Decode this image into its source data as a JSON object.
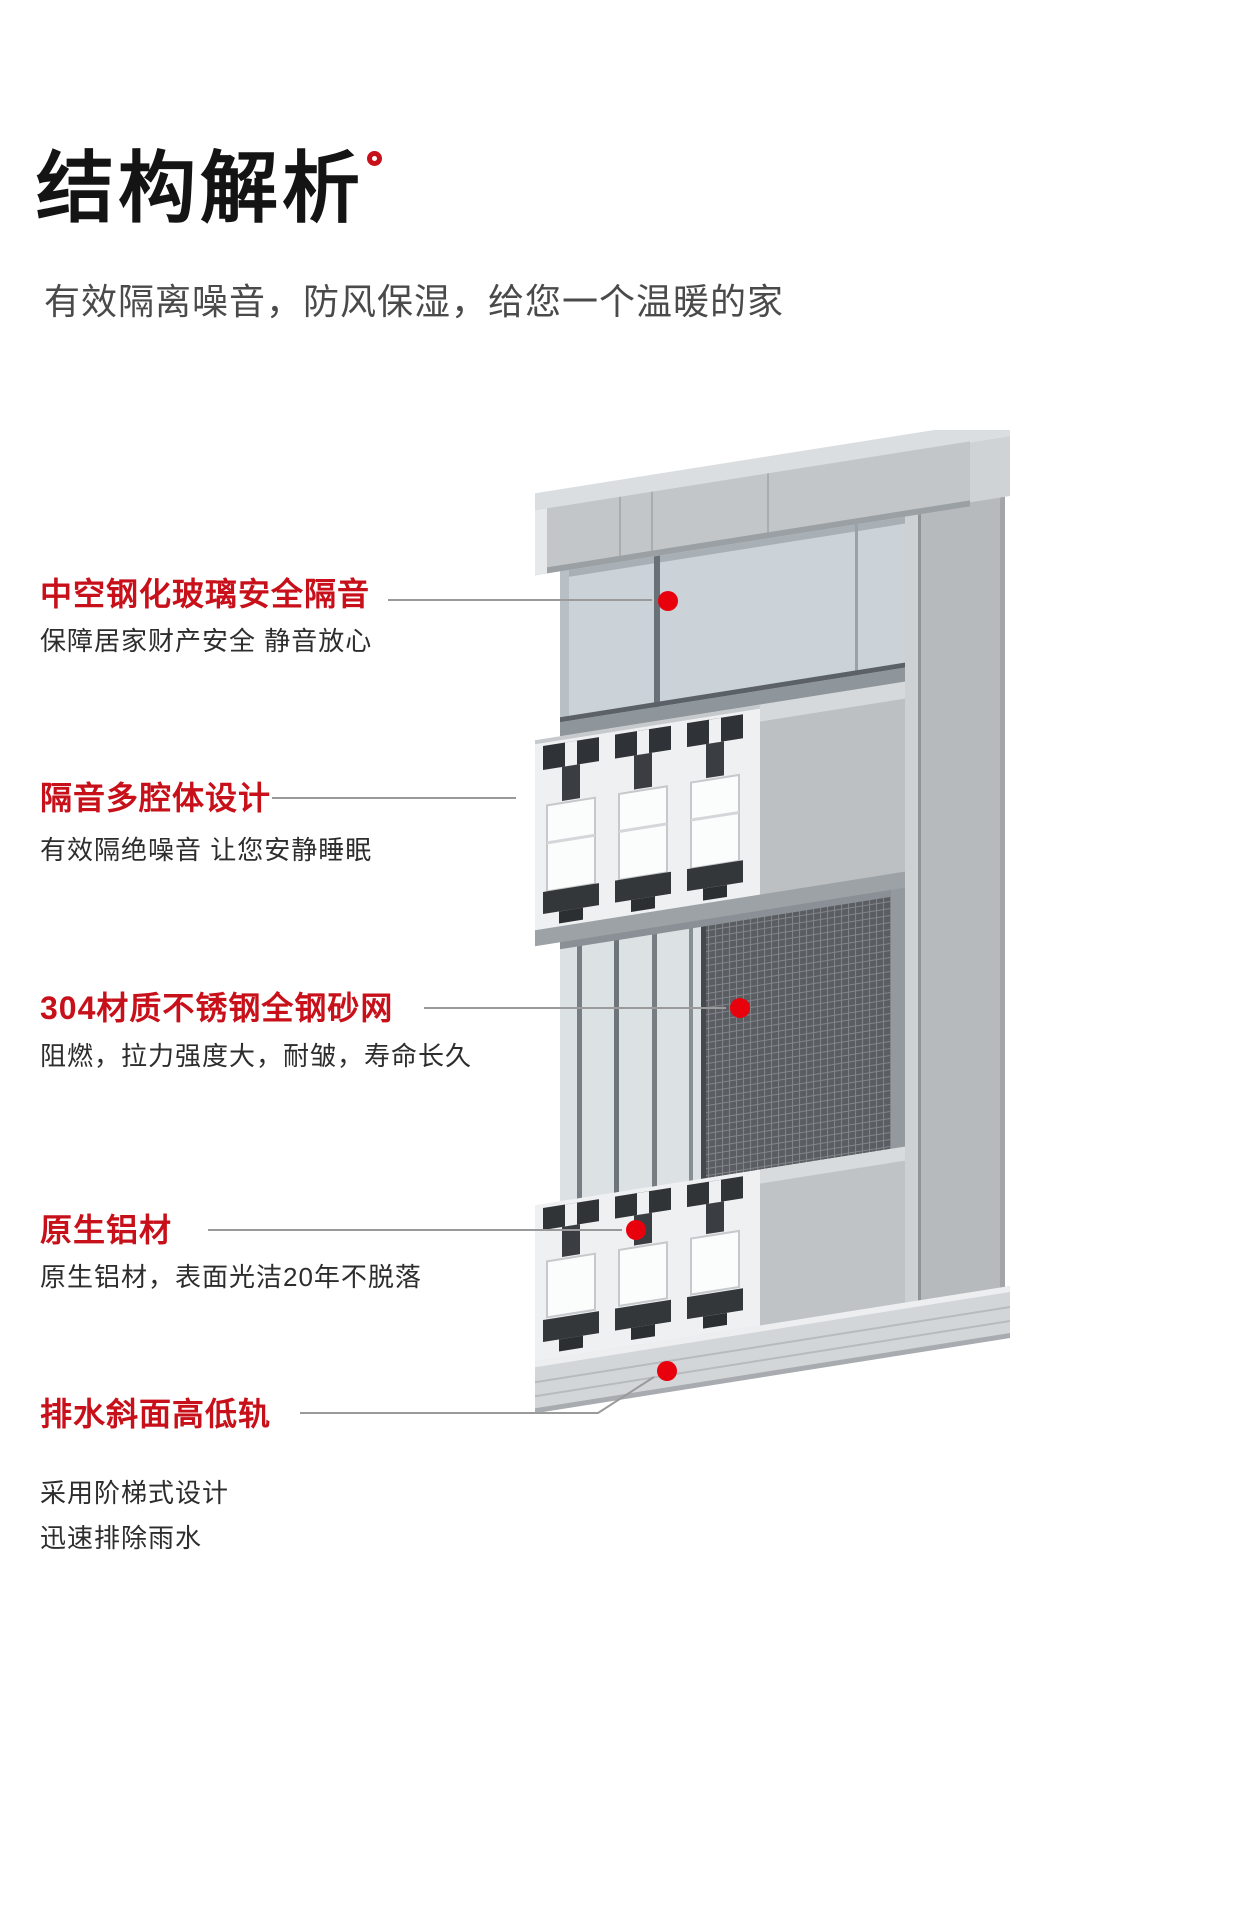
{
  "page": {
    "title": "结构解析",
    "subtitle": "有效隔离噪音，防风保湿，给您一个温暖的家"
  },
  "colors": {
    "accent_red": "#c8101a",
    "dot_red": "#e8000d",
    "title_black": "#141414",
    "subtitle_gray": "#4a4a4a",
    "desc_gray": "#2d2d2d",
    "connector_gray": "#9a9a9a"
  },
  "callouts": [
    {
      "title": "中空钢化玻璃安全隔音",
      "desc": "保障居家财产安全 静音放心"
    },
    {
      "title": "隔音多腔体设计",
      "desc": "有效隔绝噪音 让您安静睡眠"
    },
    {
      "title": "304材质不锈钢全钢砂网",
      "desc": "阻燃，拉力强度大，耐皱，寿命长久"
    },
    {
      "title": "原生铝材",
      "desc": "原生铝材，表面光洁20年不脱落"
    },
    {
      "title": "排水斜面高低轨",
      "desc": "采用阶梯式设计",
      "desc2": "迅速排除雨水"
    }
  ]
}
